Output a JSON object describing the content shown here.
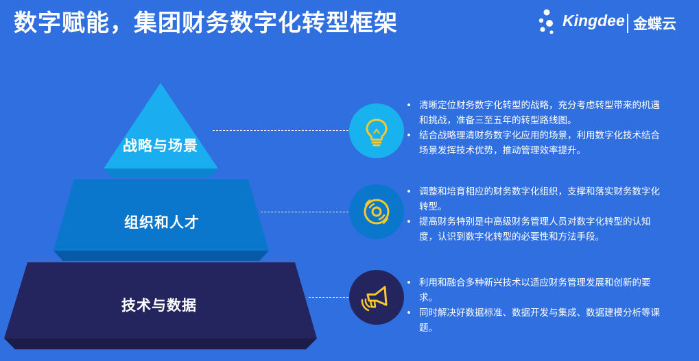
{
  "header": {
    "title": "数字赋能，集团财务数字化转型框架"
  },
  "brand": {
    "name_en": "Kingdee",
    "name_cn": "金蝶云"
  },
  "colors": {
    "background": "#2f6fdf",
    "tier_top": "#1aaef0",
    "tier_middle": "#0a77cc",
    "tier_bottom": "#24255e",
    "icon_top_bg": "#18b2ef",
    "icon_middle_bg": "#0a77cc",
    "icon_bottom_bg": "#24255e",
    "icon_stroke": "#f7c92b"
  },
  "pyramid": {
    "layers": [
      {
        "label": "战略与场景",
        "icon": "lightbulb-icon",
        "bullets": [
          "清晰定位财务数字化转型的战略，充分考虑转型带来的机遇和挑战，准备三至五年的转型路线图。",
          "结合战略理清财务数字化应用的场景，利用数字化技术结合场景发挥技术优势，推动管理效率提升。"
        ]
      },
      {
        "label": "组织和人才",
        "icon": "target-disc-icon",
        "bullets": [
          "调整和培育相应的财务数字化组织，支撑和落实财务数字化转型。",
          "提高财务特别是中高级财务管理人员对数字化转型的认知度，认识到数字化转型的必要性和方法手段。"
        ]
      },
      {
        "label": "技术与数据",
        "icon": "megaphone-icon",
        "bullets": [
          "利用和融合多种新兴技术以适应财务管理发展和创新的要求。",
          "同时解决好数据标准、数据开发与集成、数据建模分析等课题。"
        ]
      }
    ]
  }
}
